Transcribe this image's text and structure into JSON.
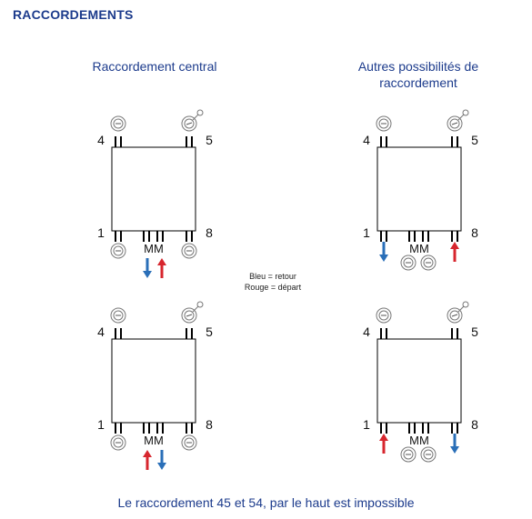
{
  "title": "RACCORDEMENTS",
  "heading_left": "Raccordement central",
  "heading_right_line1": "Autres possibilités de",
  "heading_right_line2": "raccordement",
  "legend_line1": "Bleu = retour",
  "legend_line2": "Rouge = départ",
  "footer": "Le raccordement 45 et 54, par le haut est impossible",
  "labels": {
    "top_left": "4",
    "top_right": "5",
    "bottom_left": "1",
    "bottom_right": "8",
    "middle": "MM"
  },
  "colors": {
    "blue_arrow": "#2a6fb8",
    "red_arrow": "#d7262e",
    "heading": "#1c3b8c"
  },
  "icons": [
    "plug-icon",
    "vent-icon"
  ]
}
